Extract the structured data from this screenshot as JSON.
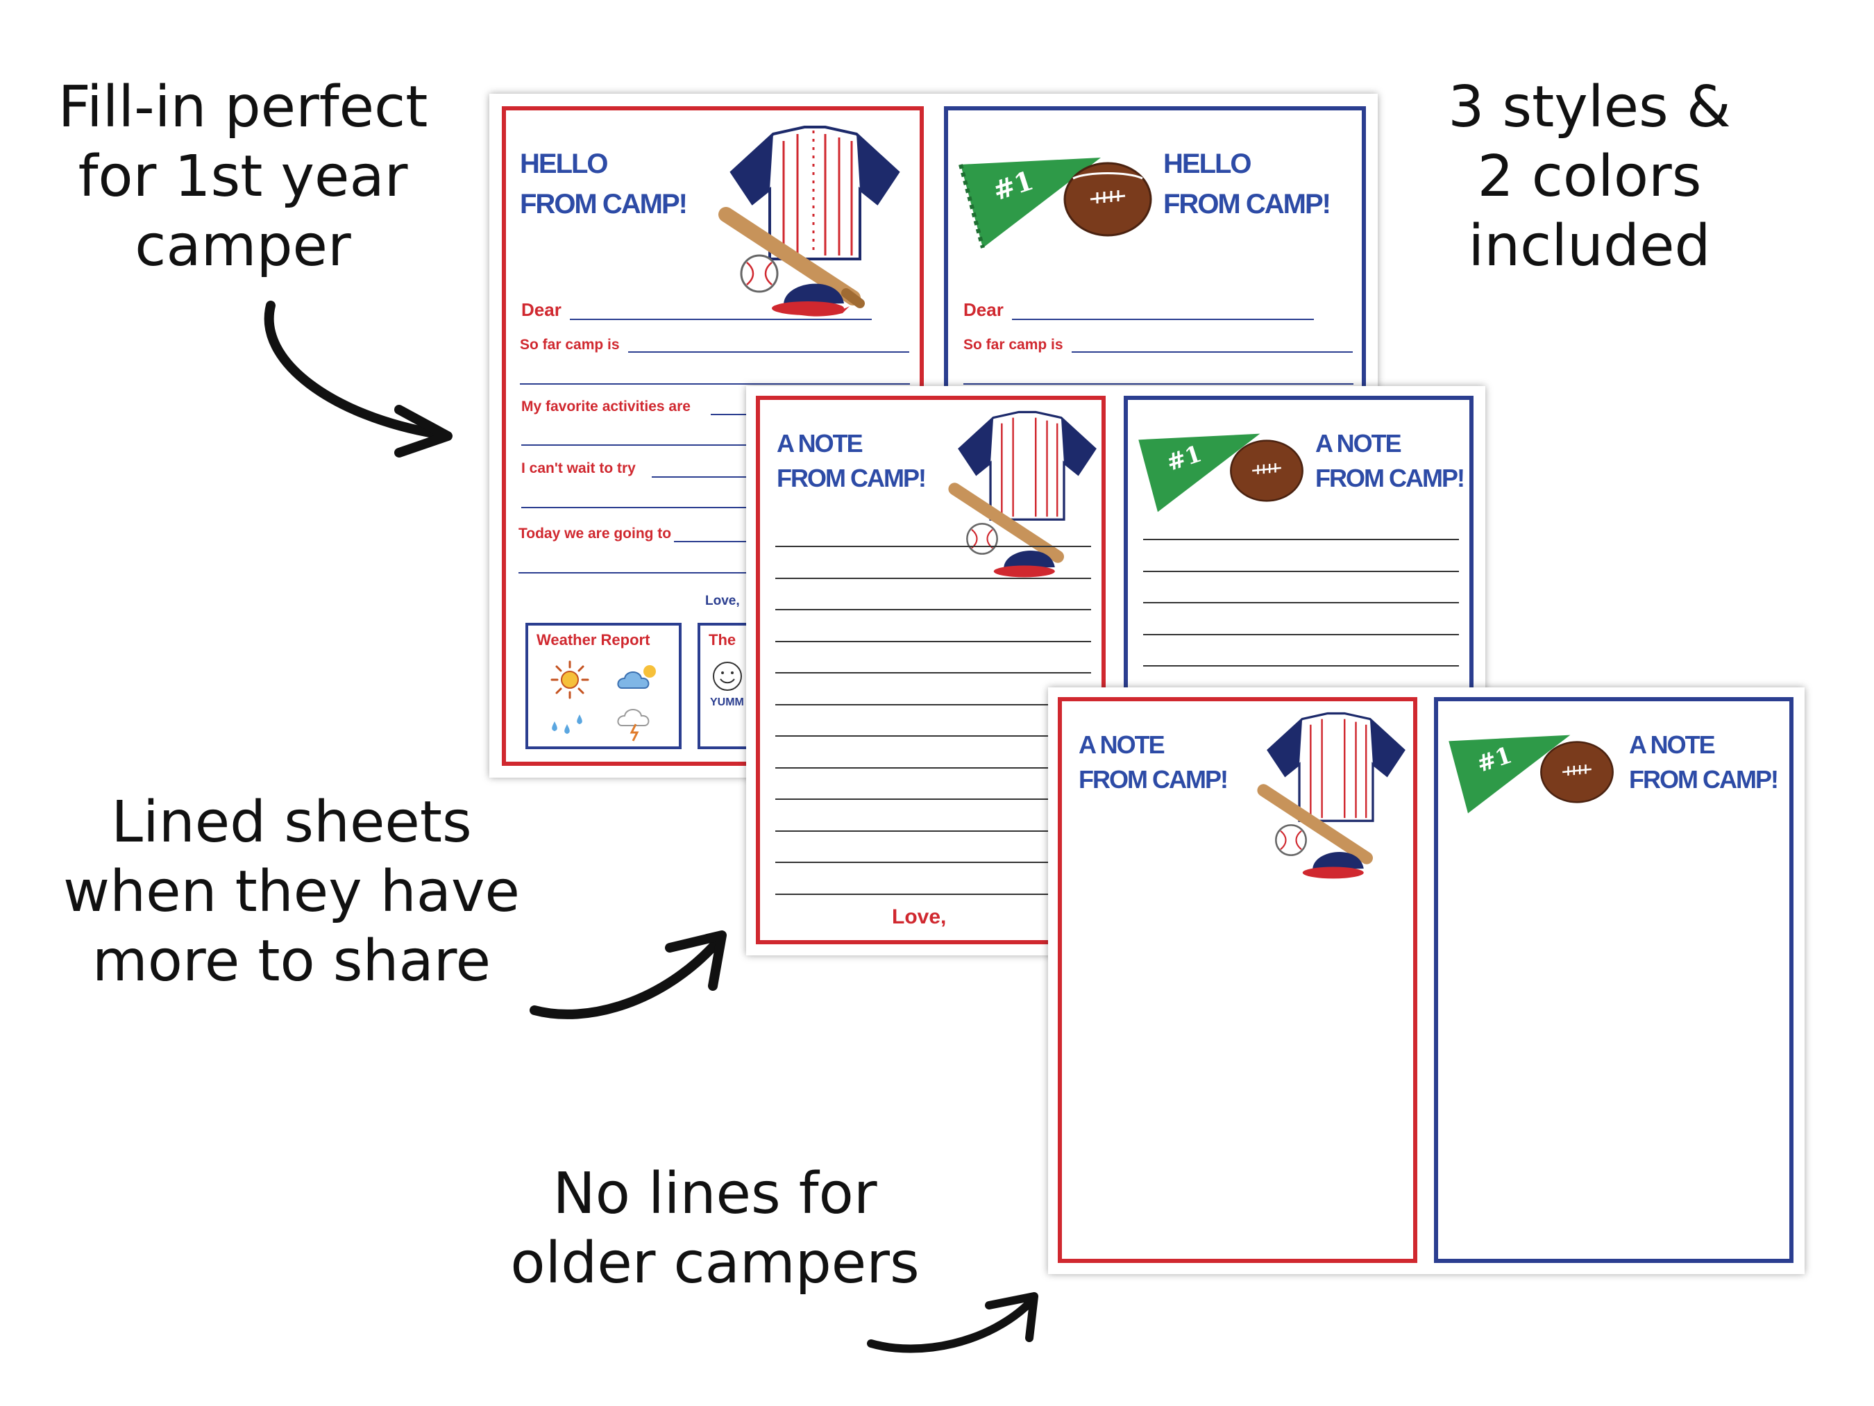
{
  "callouts": {
    "fill_in": [
      "Fill-in perfect",
      "for 1st year",
      "camper"
    ],
    "styles": [
      "3 styles &",
      "2 colors",
      "included"
    ],
    "lined": [
      "Lined sheets",
      "when they have",
      "more to share"
    ],
    "no_lines": [
      "No lines for",
      "older campers"
    ]
  },
  "sheet1": {
    "left_title": [
      "HELLO",
      "FROM CAMP!"
    ],
    "right_title": [
      "HELLO",
      "FROM CAMP!"
    ],
    "fields": {
      "dear": "Dear",
      "so_far": "So far camp is",
      "favorite": "My favorite activities are",
      "cant_wait": "I can't wait to try",
      "today": "Today we are going to"
    },
    "love": "Love,",
    "weather_title": "Weather Report",
    "second_box_title": "The",
    "second_box_word": "YUMM"
  },
  "sheet2": {
    "left_title": [
      "A NOTE",
      "FROM CAMP!"
    ],
    "right_title": [
      "A NOTE",
      "FROM CAMP!"
    ],
    "love": "Love,"
  },
  "sheet3": {
    "left_title": [
      "A NOTE",
      "FROM CAMP!"
    ],
    "right_title": [
      "A NOTE",
      "FROM CAMP!"
    ]
  },
  "pennant_text": "#1",
  "colors": {
    "red": "#d0282f",
    "blue": "#2b3e90",
    "title_blue": "#2d4ba6",
    "pennant_green": "#2e9a48",
    "football_brown": "#7a3b1c"
  },
  "icons": [
    "baseball-jersey-icon",
    "baseball-bat-icon",
    "baseball-icon",
    "baseball-cap-icon",
    "pennant-icon",
    "football-icon",
    "sun-icon",
    "cloud-sun-icon",
    "rain-icon",
    "storm-icon",
    "smiley-icon"
  ]
}
